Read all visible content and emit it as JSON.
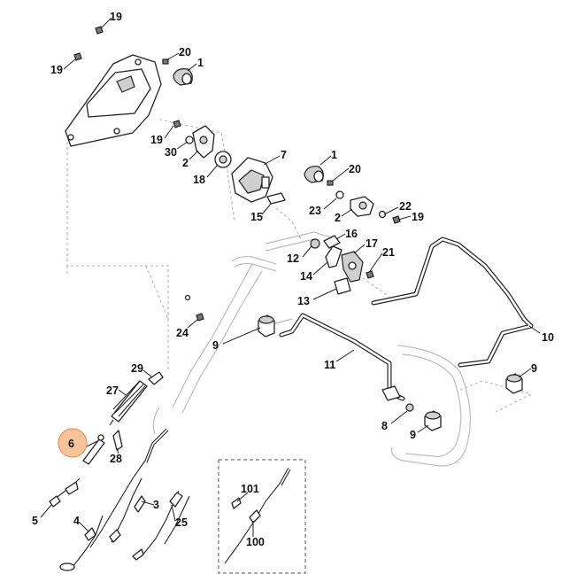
{
  "callouts": {
    "c19a": "19",
    "c19b": "19",
    "c20a": "20",
    "c1a": "1",
    "c19c": "19",
    "c30": "30",
    "c2a": "2",
    "c18": "18",
    "c7": "7",
    "c15": "15",
    "c1b": "1",
    "c20b": "20",
    "c23": "23",
    "c2b": "2",
    "c22": "22",
    "c19d": "19",
    "c16": "16",
    "c12": "12",
    "c17": "17",
    "c21": "21",
    "c14": "14",
    "c13": "13",
    "c10": "10",
    "c24": "24",
    "c9a": "9",
    "c11": "11",
    "c9b": "9",
    "c29": "29",
    "c27": "27",
    "c8": "8",
    "c9c": "9",
    "c6": "6",
    "c28": "28",
    "c101": "101",
    "c5": "5",
    "c3": "3",
    "c4": "4",
    "c25": "25",
    "c100": "100"
  },
  "highlight": {
    "part": "6",
    "color": "#f7c39a"
  }
}
